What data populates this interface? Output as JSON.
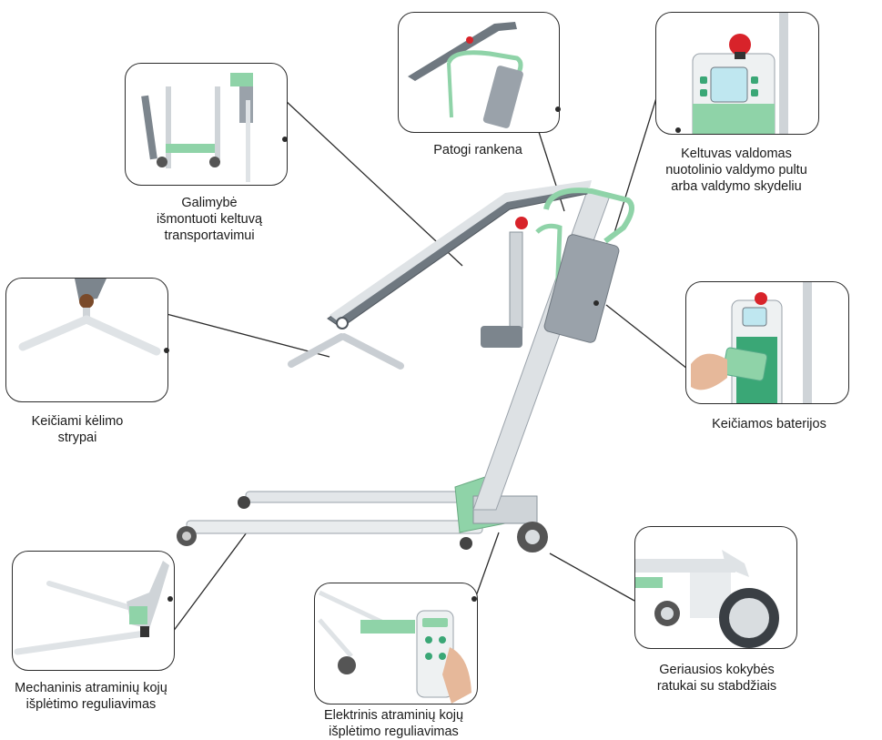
{
  "features": [
    {
      "id": "dismantle",
      "lines": [
        "Galimybė",
        "išmontuoti keltuvą",
        "transportavimui"
      ]
    },
    {
      "id": "handle",
      "lines": [
        "Patogi rankena"
      ]
    },
    {
      "id": "remote",
      "lines": [
        "Keltuvas valdomas",
        "nuotolinio valdymo pultu",
        "arba valdymo skydeliu"
      ]
    },
    {
      "id": "spreader",
      "lines": [
        "Keičiami kėlimo",
        "strypai"
      ]
    },
    {
      "id": "battery",
      "lines": [
        "Keičiamos baterijos"
      ]
    },
    {
      "id": "mech_legs",
      "lines": [
        "Mechaninis atraminių kojų",
        "išplėtimo reguliavimas"
      ]
    },
    {
      "id": "elec_legs",
      "lines": [
        "Elektrinis atraminių kojų",
        "išplėtimo reguliavimas"
      ]
    },
    {
      "id": "wheels",
      "lines": [
        "Geriausios kokybės",
        "ratukai su stabdžiais"
      ]
    }
  ],
  "colors": {
    "accent_green": "#8fd3a8",
    "frame_grey": "#c9ced3",
    "boom_dark": "#6f7880",
    "emergency_red": "#d8232a",
    "outline": "#2b2b2b"
  }
}
